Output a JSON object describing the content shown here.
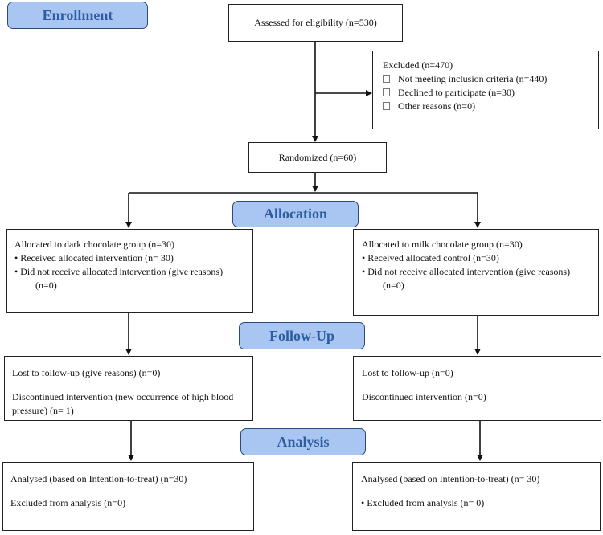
{
  "stages": {
    "enrollment": "Enrollment",
    "allocation": "Allocation",
    "follow_up": "Follow-Up",
    "analysis": "Analysis"
  },
  "assessed": "Assessed for eligibility (n=530)",
  "excluded": {
    "title": "Excluded (n=470)",
    "reasons": [
      "Not meeting inclusion criteria (n=440)",
      "Declined to participate (n=30)",
      "Other reasons (n=0)"
    ]
  },
  "randomized": "Randomized (n=60)",
  "left_arm": {
    "allocation": {
      "title": "Allocated to dark chocolate group (n=30)",
      "received": "• Received allocated intervention (n= 30)",
      "not_received": "• Did not receive allocated intervention (give reasons)",
      "not_received_n": "(n=0)"
    },
    "follow_up": {
      "lost": "Lost to follow-up (give reasons) (n=0)",
      "discontinued_1": "Discontinued intervention (new occurrence of high blood",
      "discontinued_2": "pressure) (n= 1)"
    },
    "analysis": {
      "analysed": "Analysed (based on Intention-to-treat) (n=30)",
      "excluded": "Excluded from analysis (n=0)"
    }
  },
  "right_arm": {
    "allocation": {
      "title": "Allocated to milk chocolate group (n=30)",
      "received": "• Received allocated control (n=30)",
      "not_received": "• Did not receive allocated intervention (give reasons)",
      "not_received_n": "(n=0)"
    },
    "follow_up": {
      "lost": "Lost to follow-up (n=0)",
      "discontinued": "Discontinued intervention (n=0)"
    },
    "analysis": {
      "analysed": "Analysed (based on Intention-to-treat) (n= 30)",
      "excluded": "• Excluded from analysis (n= 0)"
    }
  },
  "colors": {
    "stage_fill": "#a9c6f2",
    "stage_text": "#2d5d9e"
  }
}
